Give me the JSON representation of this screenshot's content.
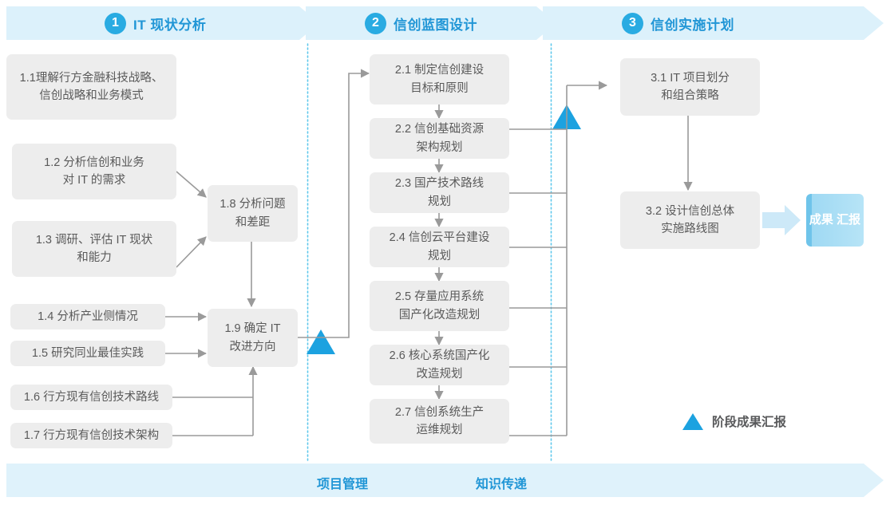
{
  "phases": [
    {
      "number": "1",
      "title": "IT 现状分析"
    },
    {
      "number": "2",
      "title": "信创蓝图设计"
    },
    {
      "number": "3",
      "title": "信创实施计划"
    }
  ],
  "phase1_tasks": [
    {
      "id": "1.1",
      "lines": [
        "1.1理解行方金融科技战略、",
        "信创战略和业务模式"
      ]
    },
    {
      "id": "1.2",
      "lines": [
        "1.2 分析信创和业务",
        "对 IT 的需求"
      ]
    },
    {
      "id": "1.3",
      "lines": [
        "1.3 调研、评估 IT 现状",
        "和能力"
      ]
    },
    {
      "id": "1.4",
      "lines": [
        "1.4 分析产业侧情况"
      ]
    },
    {
      "id": "1.5",
      "lines": [
        "1.5 研究同业最佳实践"
      ]
    },
    {
      "id": "1.6",
      "lines": [
        "1.6 行方现有信创技术路线"
      ]
    },
    {
      "id": "1.7",
      "lines": [
        "1.7 行方现有信创技术架构"
      ]
    },
    {
      "id": "1.8",
      "lines": [
        "1.8 分析问题",
        "和差距"
      ]
    },
    {
      "id": "1.9",
      "lines": [
        "1.9 确定 IT",
        "改进方向"
      ]
    }
  ],
  "phase2_tasks": [
    {
      "id": "2.1",
      "lines": [
        "2.1 制定信创建设",
        "目标和原则"
      ]
    },
    {
      "id": "2.2",
      "lines": [
        "2.2 信创基础资源",
        "架构规划"
      ]
    },
    {
      "id": "2.3",
      "lines": [
        "2.3 国产技术路线",
        "规划"
      ]
    },
    {
      "id": "2.4",
      "lines": [
        "2.4 信创云平台建设",
        "规划"
      ]
    },
    {
      "id": "2.5",
      "lines": [
        "2.5 存量应用系统",
        "国产化改造规划"
      ]
    },
    {
      "id": "2.6",
      "lines": [
        "2.6 核心系统国产化",
        "改造规划"
      ]
    },
    {
      "id": "2.7",
      "lines": [
        "2.7 信创系统生产",
        "运维规划"
      ]
    }
  ],
  "phase3_tasks": [
    {
      "id": "3.1",
      "lines": [
        "3.1 IT 项目划分",
        "和组合策略"
      ]
    },
    {
      "id": "3.2",
      "lines": [
        "3.2 设计信创总体",
        "实施路线图"
      ]
    }
  ],
  "result": {
    "lines": [
      "成果",
      "汇报"
    ]
  },
  "lanes": [
    {
      "label": "项目管理"
    },
    {
      "label": "知识传递"
    }
  ],
  "legend": {
    "icon": "triangle-icon",
    "label": "阶段成果汇报"
  },
  "colors": {
    "accent": "#29ABE2",
    "accent_text": "#2196D6",
    "banner_fill": "#DCF1FB",
    "box_fill": "#EDEDED",
    "box_text": "#5A5A5A",
    "connector": "#9A9A9A",
    "divider": "#5FC8EC",
    "result_fill": "#9FD9F3",
    "milestone": "#1CA2E0"
  }
}
